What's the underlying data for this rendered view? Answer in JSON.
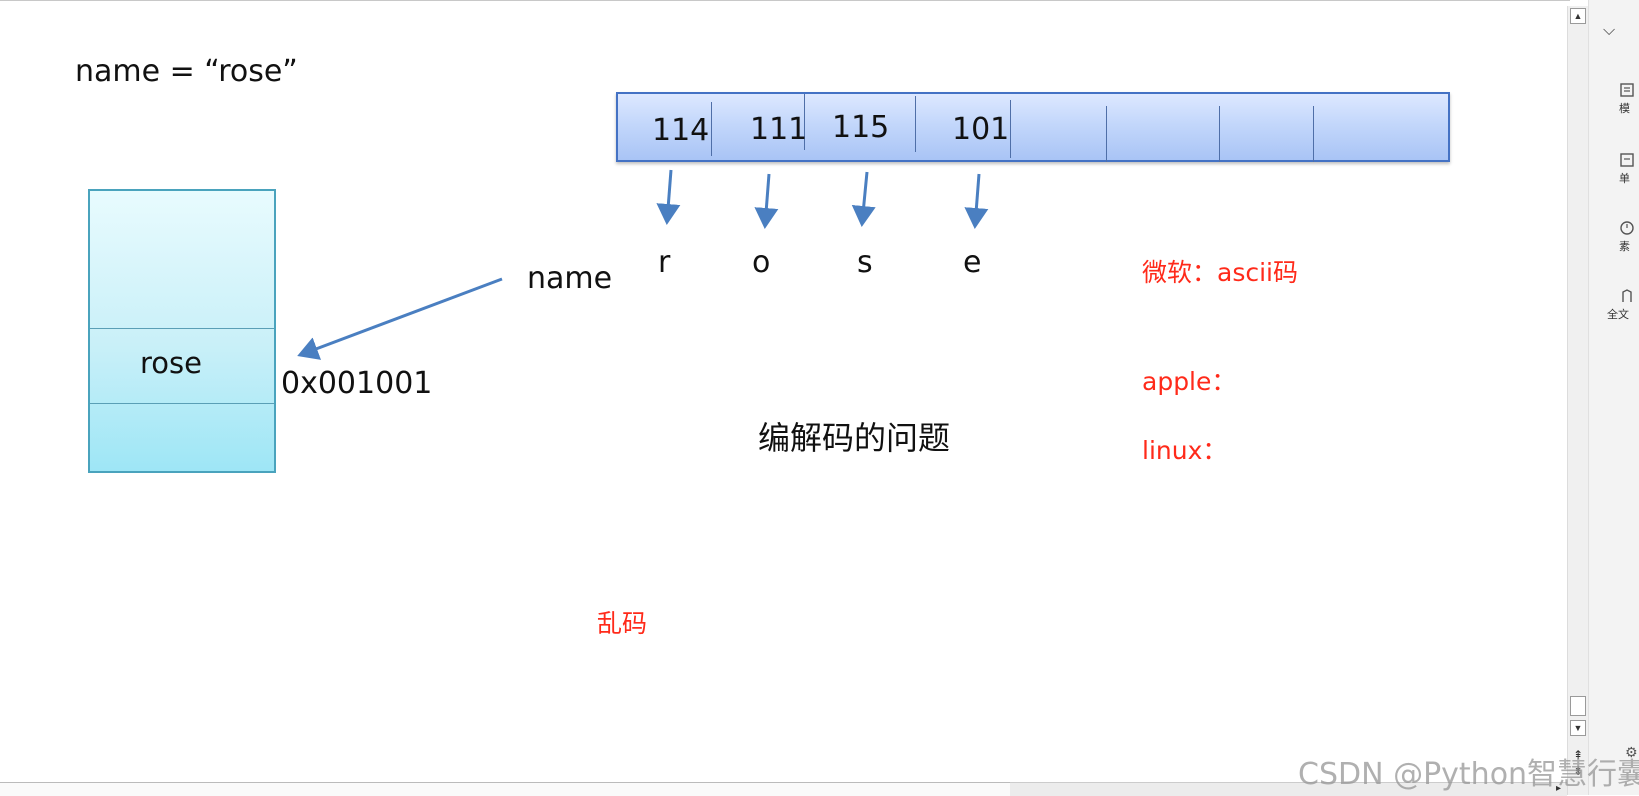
{
  "canvas": {
    "assignment": "name = “rose”",
    "variable_label": "name",
    "stack_cell_value": "rose",
    "address": "0x001001",
    "byte_values": [
      "114",
      "111",
      "115",
      "101"
    ],
    "letters": [
      "r",
      "o",
      "s",
      "e"
    ],
    "center_title": "编解码的问题",
    "notes": {
      "microsoft": "微软：ascii码",
      "apple": "apple：",
      "linux": "linux：",
      "garbled": "乱码"
    },
    "colors": {
      "arrow": "#4a7fc1",
      "note_red": "#ff2a1a",
      "array_border": "#4472c4",
      "stack_border": "#4aa3bd"
    }
  },
  "right_panel": {
    "items": [
      {
        "icon": "template-icon",
        "label": "模"
      },
      {
        "icon": "single-icon",
        "label": "单"
      },
      {
        "icon": "element-icon",
        "label": "素"
      },
      {
        "icon": "fulltext-icon",
        "label": "全文"
      }
    ]
  },
  "watermark": "CSDN @Python智慧行囊"
}
